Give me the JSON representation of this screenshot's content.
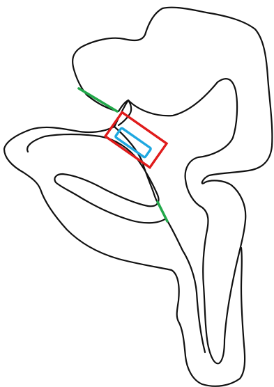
{
  "colors": {
    "background": "#ffffff",
    "track_outline": "#111111",
    "gate_lines": "#22a84a",
    "outer_box": "#e01b1b",
    "inner_box": "#1fa8e0"
  },
  "elements": {
    "track": "winding-track-outline",
    "gates": [
      "green-gate-upper",
      "green-gate-lower"
    ],
    "highlight": [
      "red-rectangle",
      "blue-rectangle"
    ]
  }
}
